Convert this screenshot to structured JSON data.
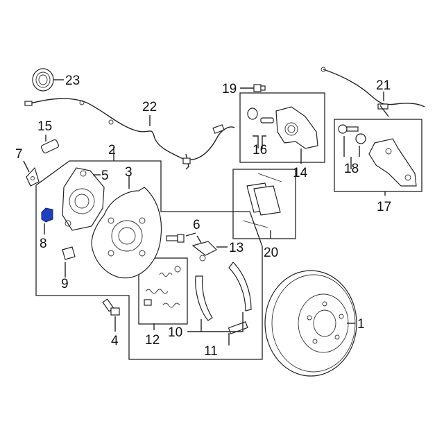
{
  "diagram": {
    "accent_color": "#1f3fbf",
    "callouts": [
      {
        "id": "1",
        "label": "1"
      },
      {
        "id": "2",
        "label": "2"
      },
      {
        "id": "3",
        "label": "3"
      },
      {
        "id": "4",
        "label": "4"
      },
      {
        "id": "5",
        "label": "5"
      },
      {
        "id": "6",
        "label": "6"
      },
      {
        "id": "7",
        "label": "7"
      },
      {
        "id": "8",
        "label": "8"
      },
      {
        "id": "9",
        "label": "9"
      },
      {
        "id": "10",
        "label": "10"
      },
      {
        "id": "11",
        "label": "11"
      },
      {
        "id": "12",
        "label": "12"
      },
      {
        "id": "13",
        "label": "13"
      },
      {
        "id": "14",
        "label": "14"
      },
      {
        "id": "15",
        "label": "15"
      },
      {
        "id": "16",
        "label": "16"
      },
      {
        "id": "17",
        "label": "17"
      },
      {
        "id": "18",
        "label": "18"
      },
      {
        "id": "19",
        "label": "19"
      },
      {
        "id": "20",
        "label": "20"
      },
      {
        "id": "21",
        "label": "21"
      },
      {
        "id": "22",
        "label": "22"
      },
      {
        "id": "23",
        "label": "23"
      }
    ]
  }
}
